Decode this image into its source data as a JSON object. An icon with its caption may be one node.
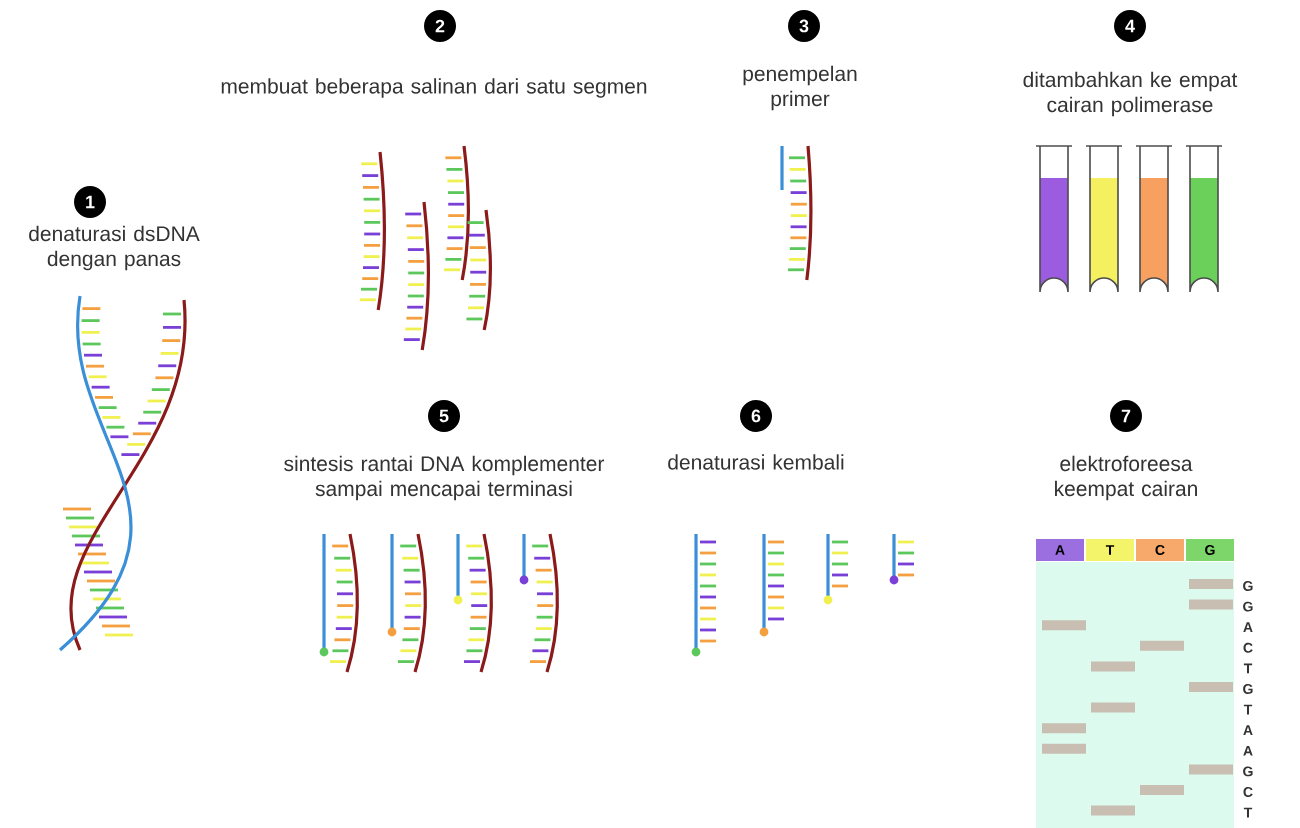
{
  "diagram": {
    "nodes": [
      {
        "text": [
          "1"
        ],
        "beside": [
          "denaturasi dsDNA dengan panas"
        ]
      },
      {
        "text": [
          "2"
        ],
        "beside": [
          "membuat beberapa salinan dari satu segmen"
        ]
      },
      {
        "text": [
          "3"
        ],
        "beside": [
          "penempelan primer"
        ]
      },
      {
        "text": [
          "4"
        ],
        "beside": [
          "ditambahkan ke empat cairan polimerase"
        ]
      },
      {
        "text": [
          "5"
        ],
        "beside": [
          "sintesis rantai DNA komplementer sampai mencapai terminasi"
        ]
      },
      {
        "text": [
          "6"
        ],
        "beside": [
          "denaturasi kembali"
        ]
      },
      {
        "text": [
          "7"
        ],
        "beside": [
          "elektroforeesa keempat cairan"
        ]
      },
      {
        "text": [
          "A"
        ]
      },
      {
        "text": [
          "T"
        ]
      },
      {
        "text": [
          "C"
        ]
      },
      {
        "text": [
          "G"
        ]
      }
    ],
    "labels": [
      "G",
      "G",
      "A",
      "C",
      "T",
      "G",
      "T",
      "A",
      "A",
      "G",
      "C",
      "T"
    ]
  }
}
